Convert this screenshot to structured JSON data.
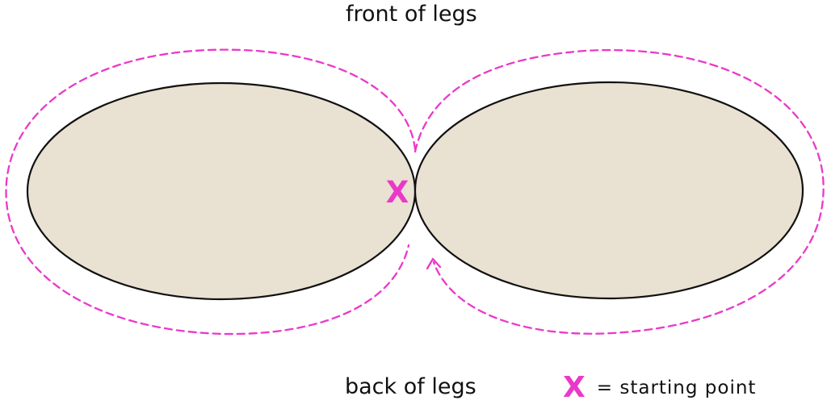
{
  "labels": {
    "front": "front of legs",
    "back": "back of legs"
  },
  "legend": {
    "marker": "X",
    "text": "= starting point"
  },
  "start_marker": "X",
  "colors": {
    "leg_fill": "#e9e1d1",
    "leg_outline": "#111111",
    "path": "#ea39c8",
    "text": "#111111"
  }
}
